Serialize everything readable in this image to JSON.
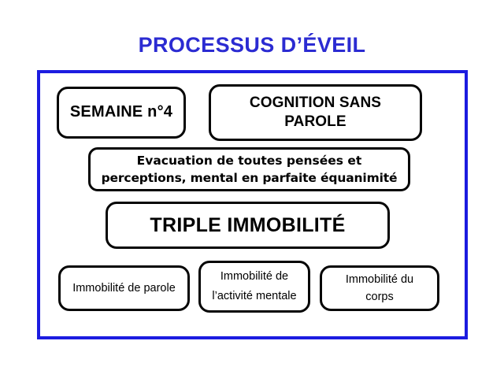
{
  "slide": {
    "title": "PROCESSUS D’ÉVEIL",
    "title_color": "#2b2bd2",
    "frame_color": "#1c1ce0",
    "background_color": "#ffffff",
    "node_border_color": "#050505",
    "node_fill_color": "#ffffff"
  },
  "nodes": {
    "semaine": {
      "label": "SEMAINE n°4"
    },
    "cognition": {
      "line1": "COGNITION SANS",
      "line2": "PAROLE"
    },
    "evacuation": {
      "line1": "Evacuation de toutes pensées et",
      "line2": "perceptions, mental en parfaite équanimité"
    },
    "triple": {
      "label": "TRIPLE IMMOBILITÉ"
    },
    "immobilite_parole": {
      "label": "Immobilité de parole"
    },
    "immobilite_mentale": {
      "line1": "Immobilité de",
      "line2": "l’activité mentale"
    },
    "immobilite_corps": {
      "line1": "Immobilité du",
      "line2": "corps"
    }
  }
}
